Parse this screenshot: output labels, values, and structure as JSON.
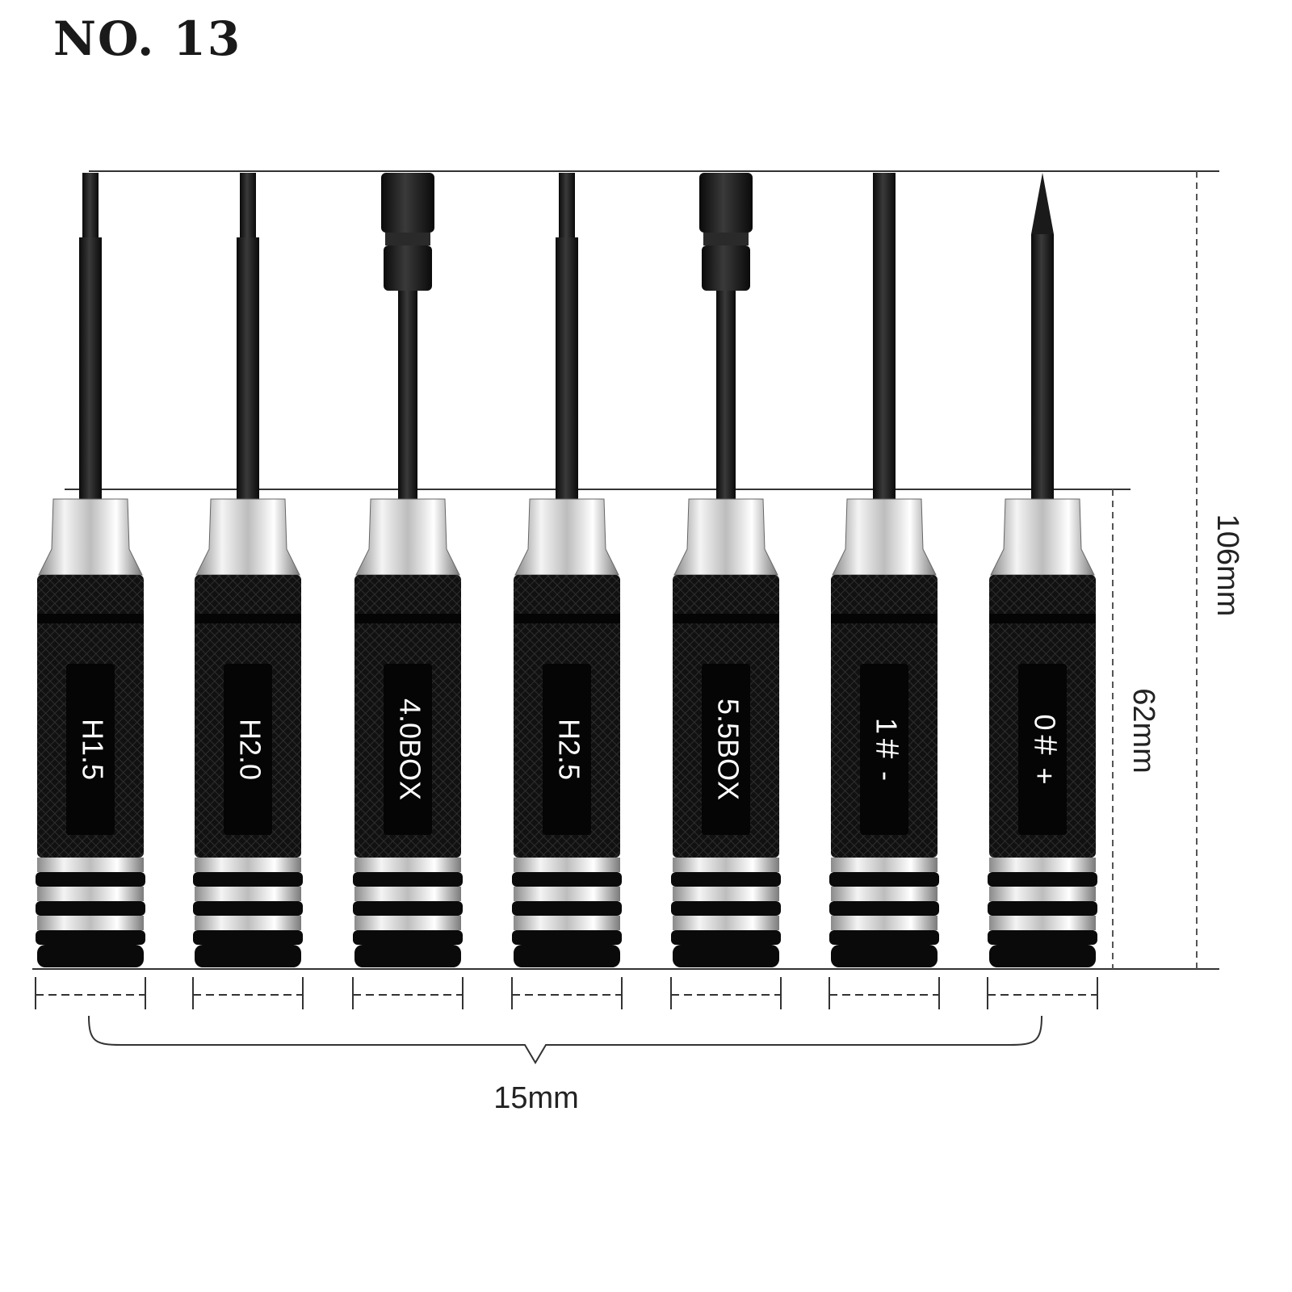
{
  "title": "NO. 13",
  "dimensions": {
    "total_length": "106mm",
    "handle_length": "62mm",
    "handle_diameter": "15mm"
  },
  "tools": [
    {
      "label": "H1.5",
      "tip": "hex"
    },
    {
      "label": "H2.0",
      "tip": "hex"
    },
    {
      "label": "4.0BOX",
      "tip": "socket"
    },
    {
      "label": "H2.5",
      "tip": "hex"
    },
    {
      "label": "5.5BOX",
      "tip": "socket"
    },
    {
      "label": "1＃ -",
      "tip": "flat"
    },
    {
      "label": "0＃ +",
      "tip": "phillips"
    }
  ],
  "colors": {
    "handle": "#0d0d0d",
    "chrome": "#d9d9d9",
    "shaft": "#1c1c1c",
    "label_bg": "#050505"
  }
}
